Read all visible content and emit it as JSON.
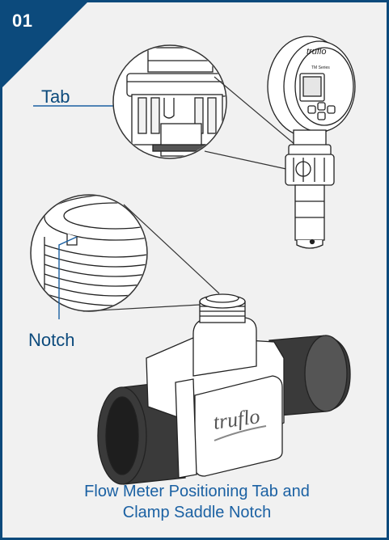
{
  "step": {
    "number": "01"
  },
  "labels": {
    "tab": "Tab",
    "notch": "Notch"
  },
  "brand": {
    "logo_text": "truflo",
    "meter_logo_text": "truflo",
    "meter_series": "TM Series"
  },
  "caption": {
    "line1": "Flow Meter Positioning Tab and",
    "line2": "Clamp Saddle Notch"
  },
  "colors": {
    "border": "#0c4a7c",
    "label": "#0c4a7c",
    "caption": "#1b61a3",
    "panel_bg": "#f1f1f1"
  }
}
